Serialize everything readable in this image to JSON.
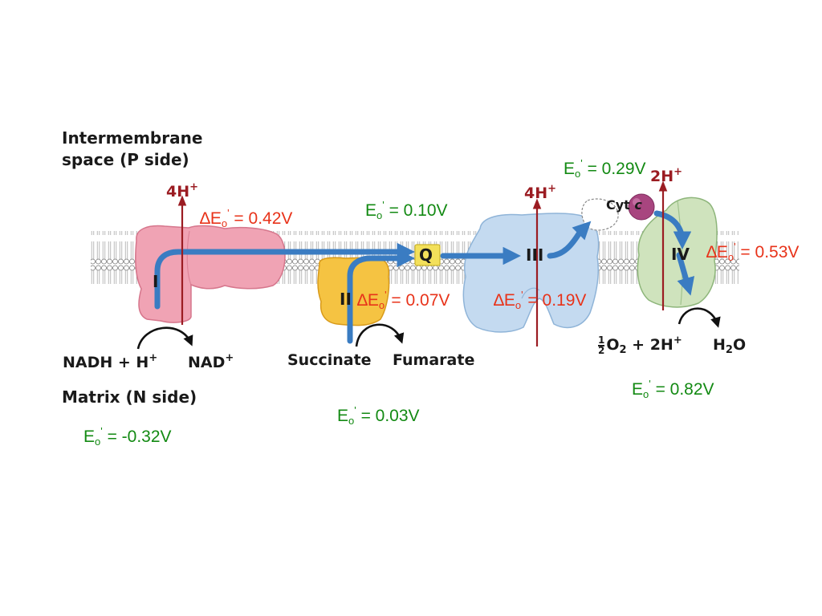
{
  "labels": {
    "space_line1": "Intermembrane",
    "space_line2": "space (P side)",
    "matrix": "Matrix (N side)",
    "complex_I": "I",
    "complex_II": "II",
    "complex_III": "III",
    "complex_IV": "IV",
    "quinone": "Q",
    "cyt_c_prefix": "Cyt",
    "cyt_c_italic": "c",
    "proton_I": "4H",
    "proton_III": "4H",
    "proton_IV": "2H",
    "plus": "+",
    "nadh": "NADH + H",
    "nad": "NAD",
    "succinate": "Succinate",
    "fumarate": "Fumarate",
    "half_num": "1",
    "half_den": "2",
    "o2_prefix": "O",
    "o2_sub": "2",
    "o2_rest": " + 2H",
    "h2o_prefix": "H",
    "h2o_sub": "2",
    "h2o_rest": "O"
  },
  "potentials": {
    "symbol_E": "E",
    "symbol_delta": "∆E",
    "sub_o": "o",
    "prime": "'",
    "nadh_value": " = -0.32V",
    "q_value": " = 0.10V",
    "succinate_value": " = 0.03V",
    "cytc_value": " = 0.29V",
    "o2_value": " = 0.82V",
    "delta_I_value": " = 0.42V",
    "delta_II_value": " = 0.07V",
    "delta_III_value": " = 0.19V",
    "delta_IV_value": " = 0.53V"
  },
  "colors": {
    "complex_I": "#f0a3b4",
    "complex_II": "#f5c342",
    "complex_III": "#c4daf0",
    "complex_IV": "#cfe3bd",
    "cyt_c": "#a8457f",
    "quinone": "#f3e05a",
    "electron_arrow": "#3a7cc2",
    "proton_arrow": "#9b1c22",
    "potential_text": "#138a13",
    "delta_text": "#e8331a"
  }
}
